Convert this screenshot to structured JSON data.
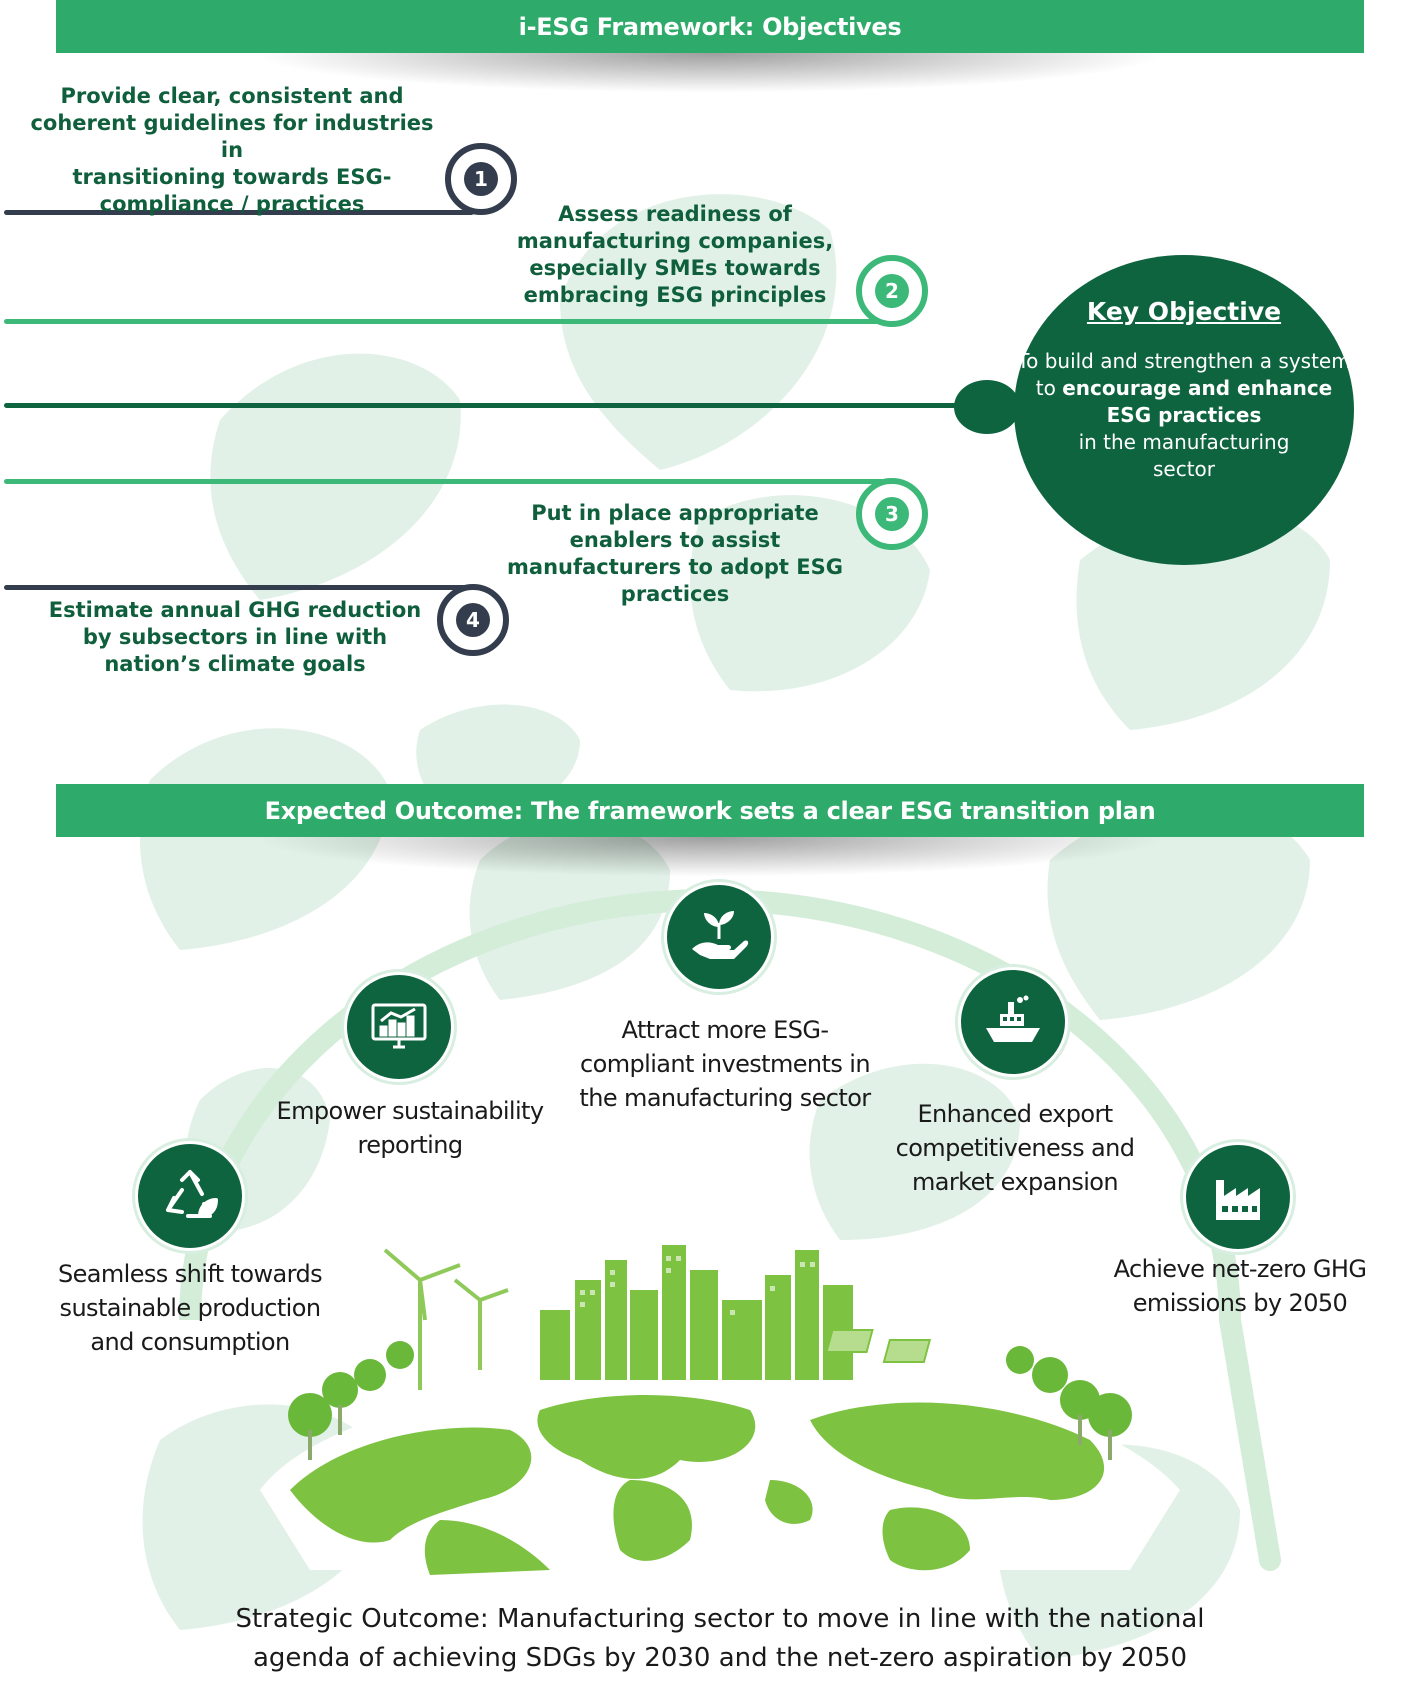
{
  "header_objectives": "i-ESG Framework: Objectives",
  "objectives": [
    {
      "number": "1",
      "lines": [
        "Provide clear, consistent and",
        "coherent guidelines for industries in",
        "transitioning towards ESG-",
        "compliance / practices"
      ]
    },
    {
      "number": "2",
      "lines": [
        "Assess readiness of",
        "manufacturing companies,",
        "especially SMEs towards",
        "embracing ESG principles"
      ]
    },
    {
      "number": "3",
      "lines": [
        "Put in place appropriate",
        "enablers to assist",
        "manufacturers to adopt ESG",
        "practices"
      ]
    },
    {
      "number": "4",
      "lines": [
        "Estimate annual GHG reduction",
        "by subsectors in line with",
        "nation’s climate goals"
      ]
    }
  ],
  "key_objective": {
    "title": "Key Objective",
    "line1": "To build and strengthen a system",
    "line2_prefix": "to ",
    "line2_bold": "encourage and enhance",
    "line3_bold": "ESG practices",
    "line4": "in the manufacturing",
    "line5": "sector"
  },
  "header_outcome": "Expected Outcome: The framework sets a clear ESG transition plan",
  "outcomes": [
    {
      "icon": "recycle-icon",
      "lines": [
        "Seamless shift towards",
        "sustainable production",
        "and consumption"
      ]
    },
    {
      "icon": "chart-monitor-icon",
      "lines": [
        "Empower sustainability",
        "reporting"
      ]
    },
    {
      "icon": "hand-plant-icon",
      "lines": [
        "Attract more ESG-",
        "compliant investments in",
        "the manufacturing sector"
      ]
    },
    {
      "icon": "ship-icon",
      "lines": [
        "Enhanced export",
        "competitiveness and",
        "market expansion"
      ]
    },
    {
      "icon": "factory-icon",
      "lines": [
        "Achieve net-zero GHG",
        "emissions by 2050"
      ]
    }
  ],
  "strategic_outcome": [
    "Strategic Outcome: Manufacturing sector to move in line with the national",
    "agenda of achieving SDGs by 2030 and the net-zero aspiration by 2050"
  ],
  "colors": {
    "banner": "#2eaa6a",
    "dark_green": "#0f6440",
    "navy": "#333d4d",
    "light_green": "#3cb878"
  }
}
